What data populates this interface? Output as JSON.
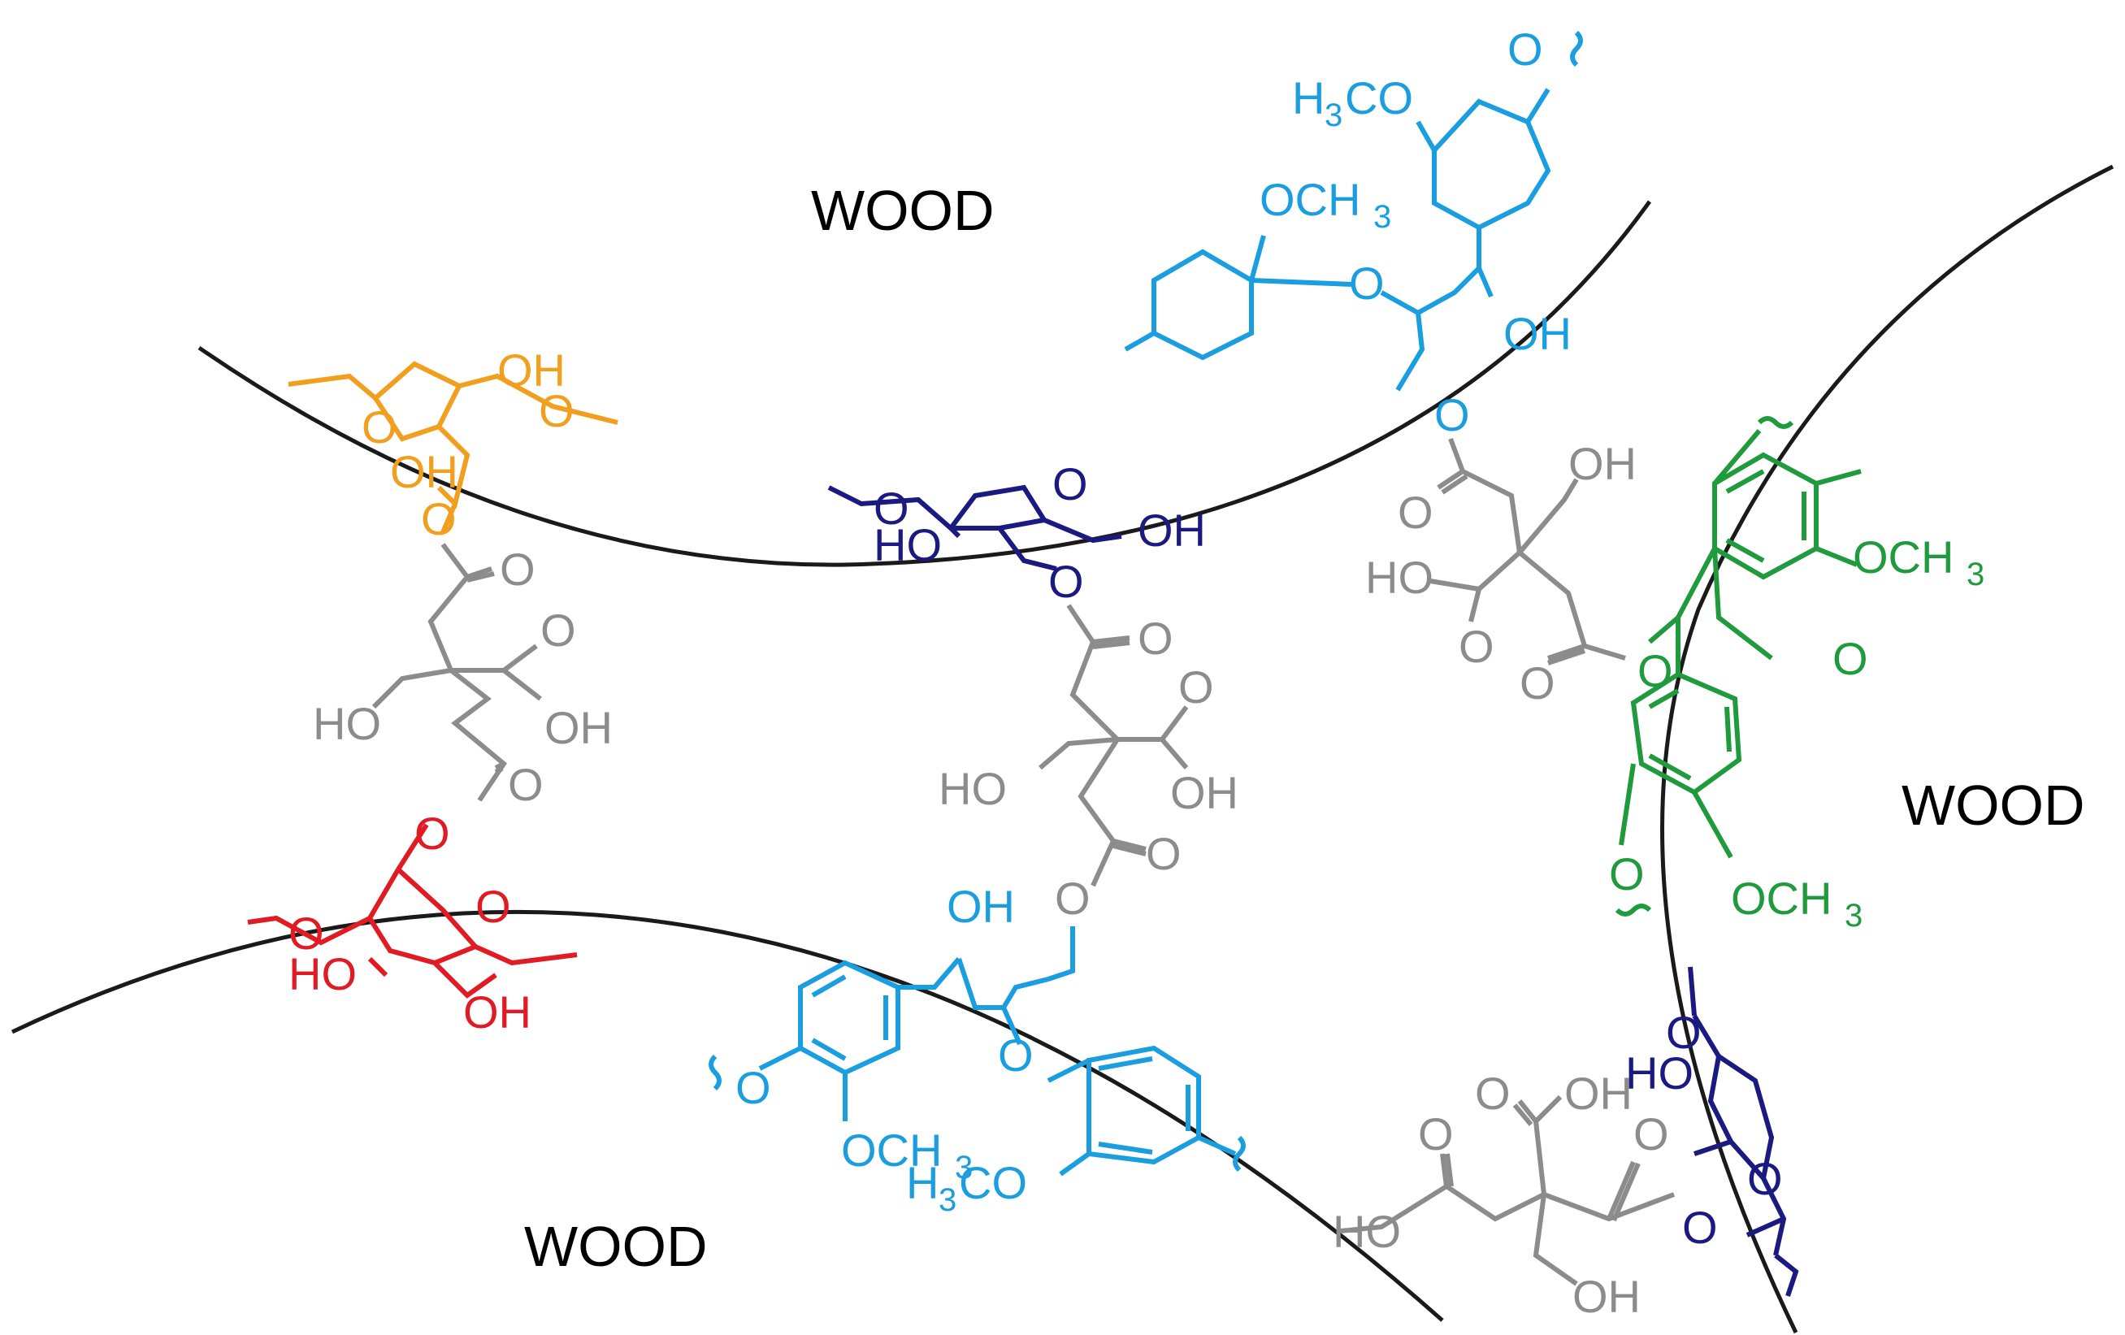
{
  "regions": {
    "top": "WOOD",
    "right": "WOOD",
    "bottom_left": "WOOD"
  },
  "colors": {
    "citrate": "#8c8c8c",
    "lignin": "#1a9ee0",
    "cellulose": "#1a1a80",
    "hemicellulose_orange": "#f0a01e",
    "hemicellulose_red": "#e01b24",
    "lignin_green": "#1f9a3c",
    "wood_boundary": "#1a1a1a"
  },
  "labels": {
    "OH": "OH",
    "HO": "HO",
    "O": "O",
    "OCH": "OCH",
    "H": "H",
    "CO": "CO",
    "sub3": "3"
  }
}
